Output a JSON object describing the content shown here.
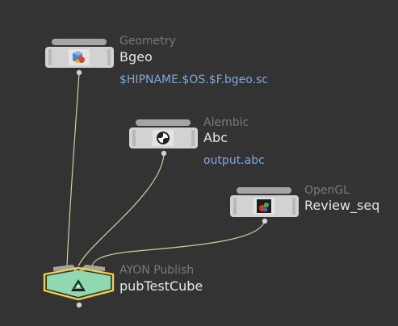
{
  "network": {
    "colors": {
      "background": "#333333",
      "wire": "#c8d49a",
      "node_body": "#d2d2d2",
      "node_bypass_bar": "#a5a5a5",
      "publish_body": "#8fd9b0",
      "selected_outline": "#f2d13c",
      "type_label": "#7a7a7a",
      "node_name": "#e6e6e6",
      "param_text": "#7fa8dc"
    },
    "nodes": [
      {
        "id": "bgeo",
        "type_label": "Geometry",
        "name": "Bgeo",
        "param": "$HIPNAME.$OS.$F.bgeo.sc",
        "icon": "geometry-rop-icon"
      },
      {
        "id": "abc",
        "type_label": "Alembic",
        "name": "Abc",
        "param": "output.abc",
        "icon": "alembic-icon"
      },
      {
        "id": "review",
        "type_label": "OpenGL",
        "name": "Review_seq",
        "icon": "opengl-icon"
      },
      {
        "id": "publish",
        "type_label": "AYON Publish",
        "name": "pubTestCube",
        "icon": "ayon-publish-icon",
        "selected": true
      }
    ]
  }
}
